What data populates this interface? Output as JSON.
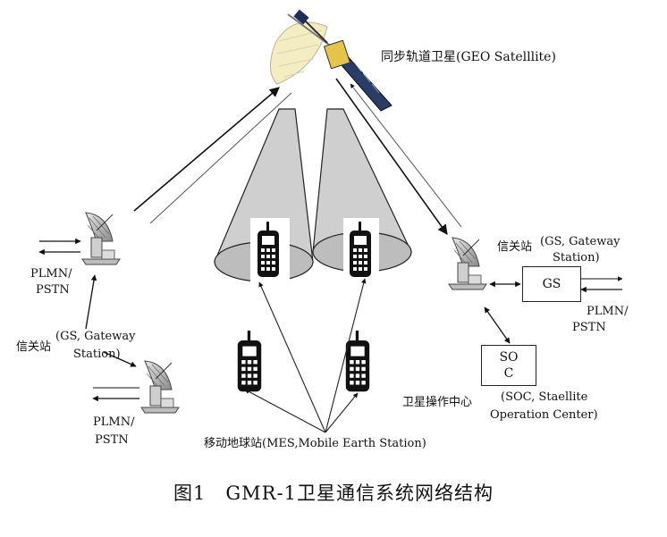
{
  "satellite": {
    "label": "同步轨道卫星(GEO Satelllite)"
  },
  "gateways": {
    "left_top": {
      "plmn": "PLMN/",
      "pstn": "PSTN"
    },
    "left_mid": {
      "name": "信关站",
      "gs_line1": "(GS, Gateway",
      "gs_line2": "Station)"
    },
    "left_bottom": {
      "plmn": "PLMN/",
      "pstn": "PSTN"
    },
    "right": {
      "name": "信关站",
      "gs_line1": "(GS, Gateway",
      "gs_line2": "Station)",
      "box": "GS",
      "plmn": "PLMN/",
      "pstn": "PSTN"
    }
  },
  "soc": {
    "box_line1": "SO",
    "box_line2": "C",
    "name": "卫星操作中心",
    "full_line1": "(SOC, Staellite",
    "full_line2": "Operation Center)"
  },
  "mes": {
    "label": "移动地球站(MES,Mobile Earth Station)"
  },
  "caption": "图1　GMR-1卫星通信系统网络结构",
  "icons": [
    "satellite-icon",
    "dish-antenna-icon",
    "mobile-phone-icon",
    "beam-cone"
  ]
}
